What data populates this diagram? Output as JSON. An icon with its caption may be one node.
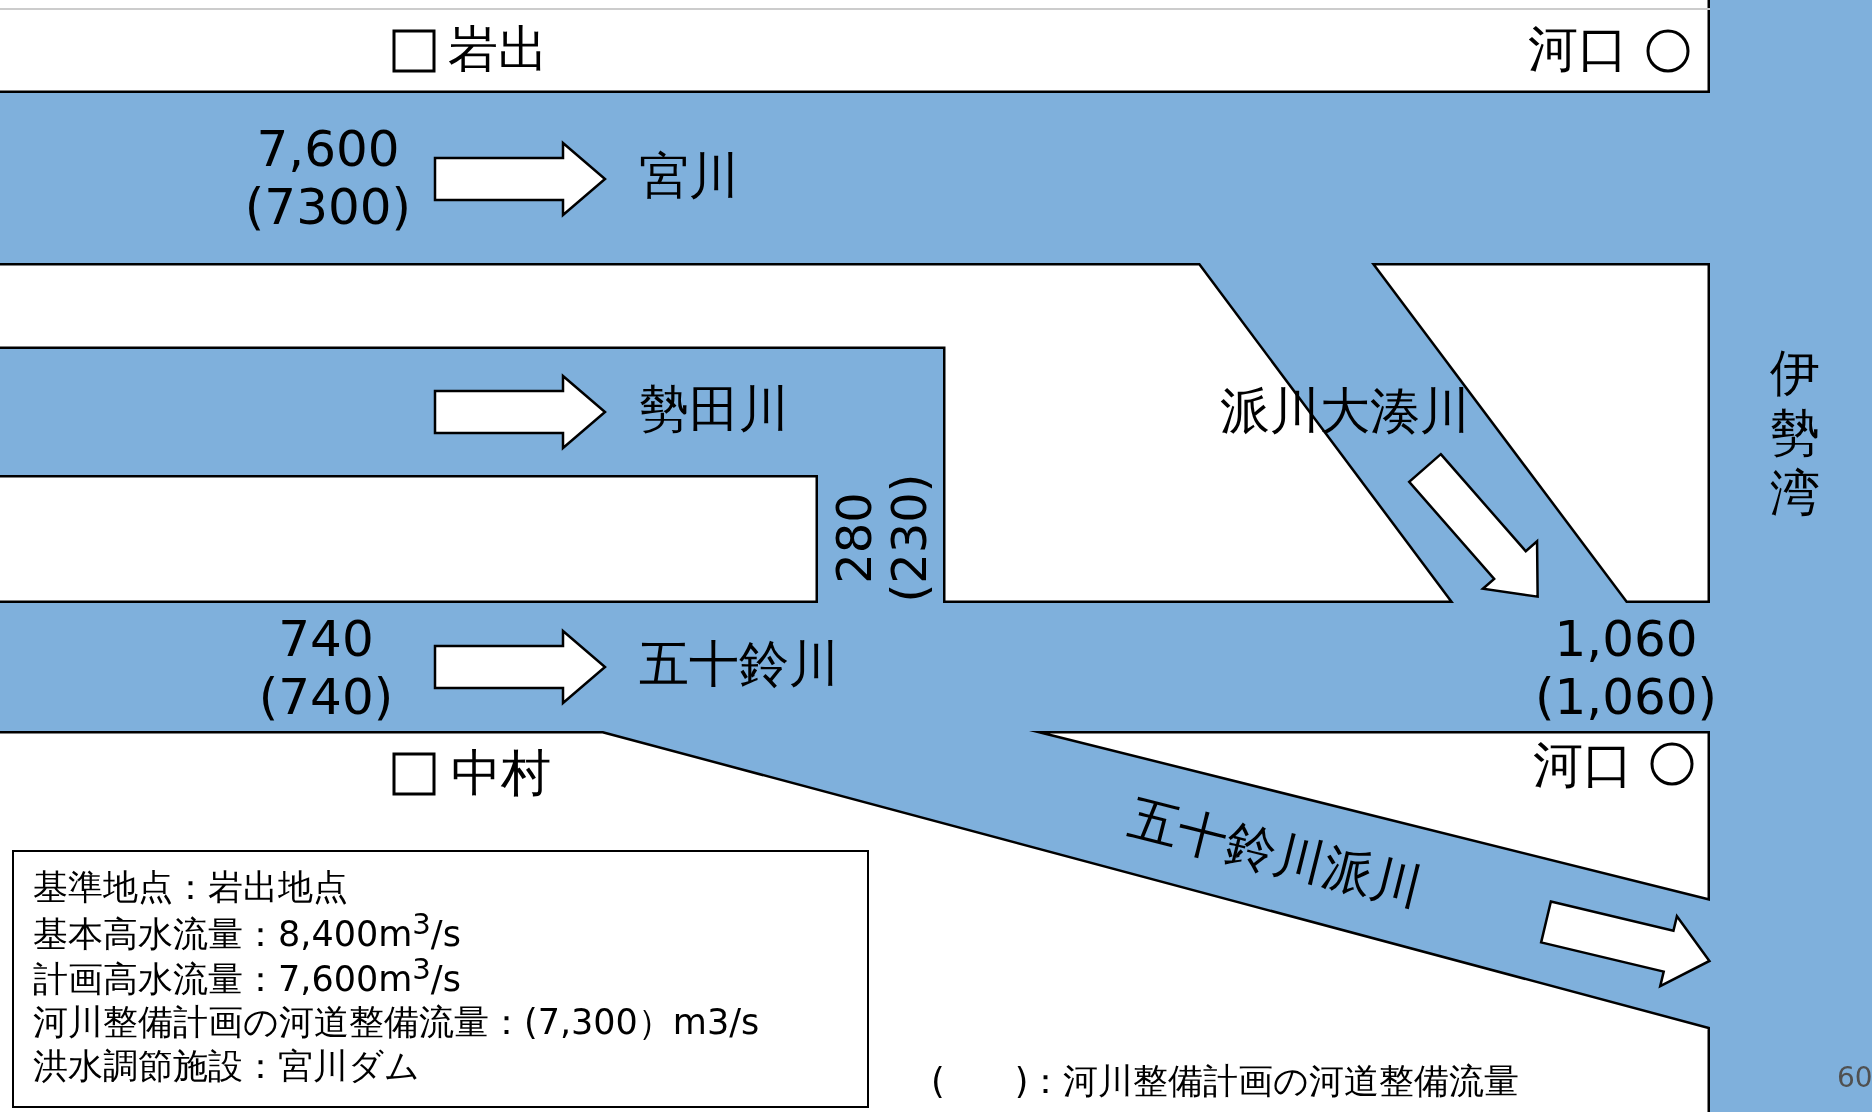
{
  "diagram": {
    "nodes": [
      {
        "text": [
          "7,600 (7300)",
          "宮川"
        ]
      },
      {
        "text": [
          "勢田川",
          "280 (230)"
        ]
      },
      {
        "text": [
          "派川大湊川"
        ]
      },
      {
        "text": [
          "740 (740)",
          "五十鈴川",
          "1,060 (1,060)"
        ]
      },
      {
        "text": [
          "五十鈴川派川"
        ]
      },
      {
        "text": [
          "伊勢湾"
        ]
      },
      {
        "text": [
          "基準地点：岩出地点",
          "基本高水流量：8,400m$^{3}$/s",
          "計画高水流量：7,600m$^{3}$/s",
          "河川整備計画の河道整備流量：(7,300）m3/s",
          "洪水調節施設：宮川ダム"
        ]
      }
    ],
    "labels": [
      "岩出",
      "河口",
      "中村",
      "河口",
      "(　　)：河川整備計画の河道整備流量",
      "60"
    ]
  }
}
